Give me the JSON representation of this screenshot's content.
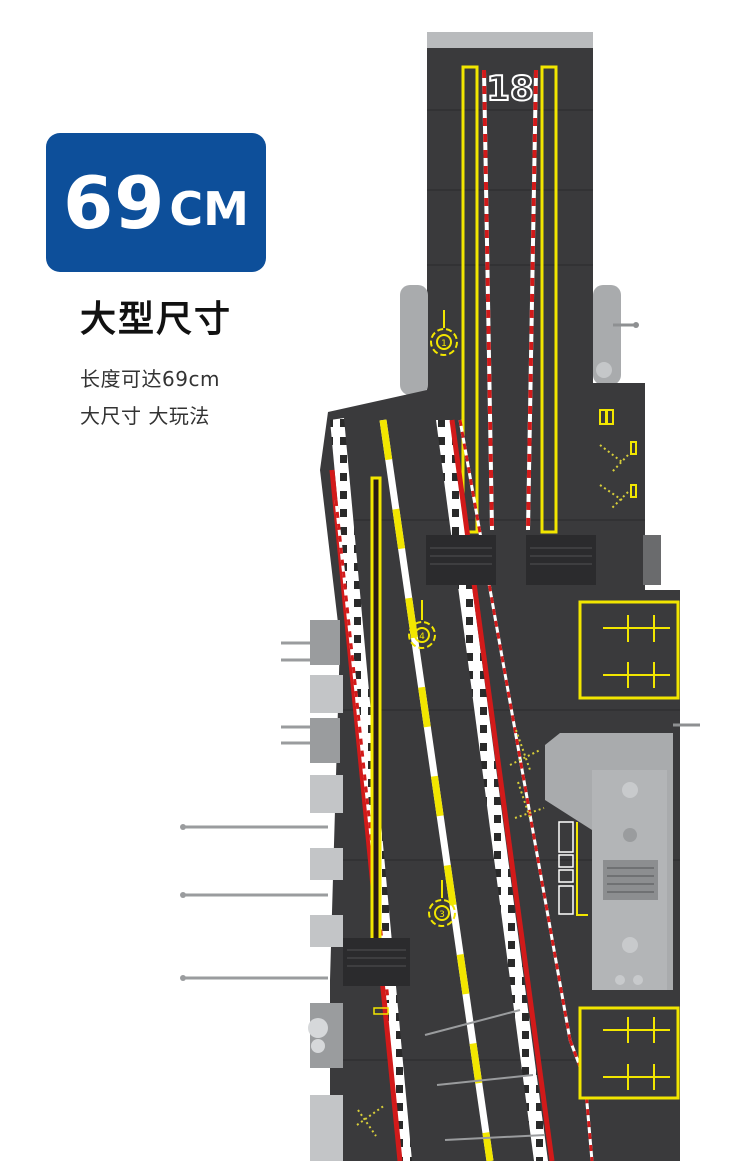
{
  "badge": {
    "number": "69",
    "unit": "CM",
    "background_color": "#0d4f9a"
  },
  "headline": "大型尺寸",
  "description": {
    "line1": "长度可达69cm",
    "line2": "大尺寸 大玩法"
  },
  "illustration": {
    "subject": "brick-built aircraft carrier flight deck (top view)",
    "deck_number": "18",
    "catapult_markers": [
      "1",
      "4",
      "3"
    ],
    "colors": {
      "deck": "#3a3a3c",
      "yellow_marking": "#f2e600",
      "red_marking": "#d21a1a",
      "white_marking": "#ffffff",
      "grey_parts": "#a9abad"
    }
  }
}
